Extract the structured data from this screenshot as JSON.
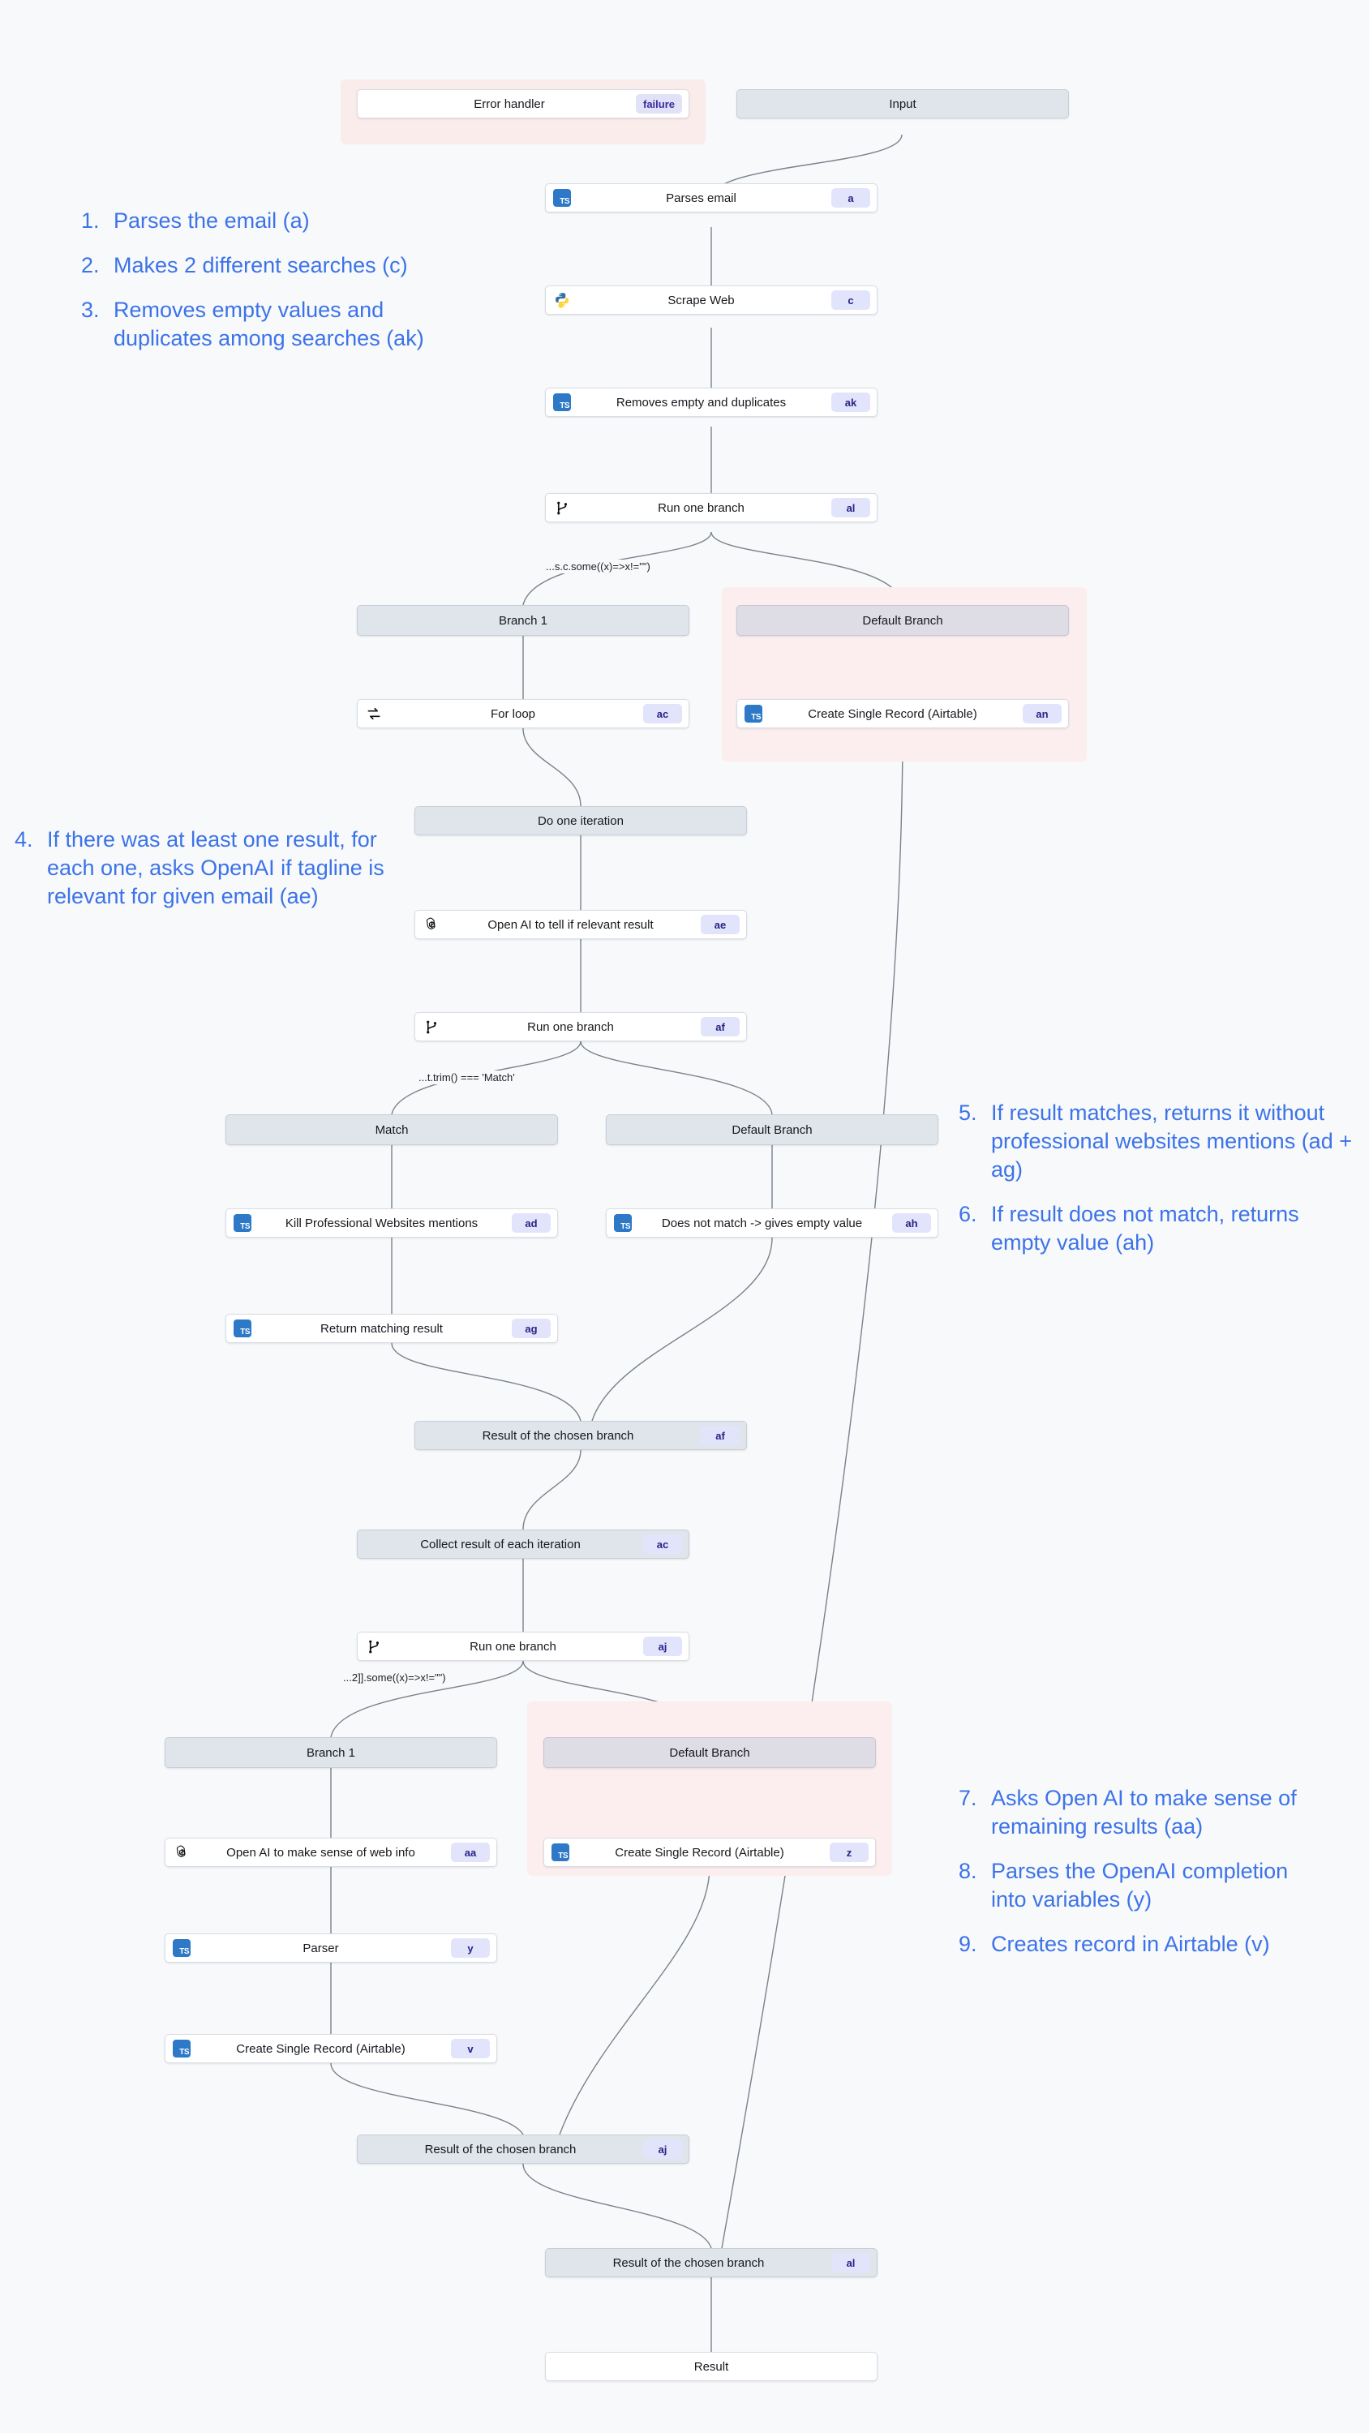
{
  "diagram": {
    "title": "Email enrichment workflow graph",
    "colors": {
      "background": "#f7f9fb",
      "action_node": "#ffffff",
      "flow_node": "#dfe5ea",
      "error_group": "#fbecec",
      "badge_bg": "#e2e4fb",
      "badge_text": "#2b2185",
      "annotation_text": "#3d73e8",
      "edge_stroke": "#6b7280"
    },
    "nodes": [
      {
        "id": "error-handler",
        "label": "Error handler",
        "badge": "failure",
        "kind": "error",
        "icon": "none"
      },
      {
        "id": "input",
        "label": "Input",
        "badge": "",
        "kind": "flow",
        "icon": "none"
      },
      {
        "id": "a",
        "label": "Parses email",
        "badge": "a",
        "kind": "action",
        "icon": "typescript-icon"
      },
      {
        "id": "c",
        "label": "Scrape Web",
        "badge": "c",
        "kind": "action",
        "icon": "python-icon"
      },
      {
        "id": "ak",
        "label": "Removes empty and duplicates",
        "badge": "ak",
        "kind": "action",
        "icon": "typescript-icon"
      },
      {
        "id": "al-branch",
        "label": "Run one branch",
        "badge": "al",
        "kind": "action",
        "icon": "branch-icon"
      },
      {
        "id": "branch1-top",
        "label": "Branch 1",
        "badge": "",
        "kind": "branch",
        "icon": "none"
      },
      {
        "id": "default-top",
        "label": "Default Branch",
        "badge": "",
        "kind": "branch-default",
        "icon": "none"
      },
      {
        "id": "ac-loop",
        "label": "For loop",
        "badge": "ac",
        "kind": "action",
        "icon": "loop-icon"
      },
      {
        "id": "an",
        "label": "Create Single Record (Airtable)",
        "badge": "an",
        "kind": "action",
        "icon": "typescript-icon"
      },
      {
        "id": "do-one-iteration",
        "label": "Do one iteration",
        "badge": "",
        "kind": "flow",
        "icon": "none"
      },
      {
        "id": "ae",
        "label": "Open AI to tell if relevant result",
        "badge": "ae",
        "kind": "action",
        "icon": "openai-icon"
      },
      {
        "id": "af-branch",
        "label": "Run one branch",
        "badge": "af",
        "kind": "action",
        "icon": "branch-icon"
      },
      {
        "id": "match",
        "label": "Match",
        "badge": "",
        "kind": "branch",
        "icon": "none"
      },
      {
        "id": "default-mid",
        "label": "Default Branch",
        "badge": "",
        "kind": "branch",
        "icon": "none"
      },
      {
        "id": "ad",
        "label": "Kill Professional Websites mentions",
        "badge": "ad",
        "kind": "action",
        "icon": "typescript-icon"
      },
      {
        "id": "ah",
        "label": "Does not match -> gives empty value",
        "badge": "ah",
        "kind": "action",
        "icon": "typescript-icon"
      },
      {
        "id": "ag",
        "label": "Return matching result",
        "badge": "ag",
        "kind": "action",
        "icon": "typescript-icon"
      },
      {
        "id": "af-result",
        "label": "Result of the chosen branch",
        "badge": "af",
        "kind": "flow",
        "icon": "none"
      },
      {
        "id": "ac-collect",
        "label": "Collect result of each iteration",
        "badge": "ac",
        "kind": "flow",
        "icon": "none"
      },
      {
        "id": "aj-branch",
        "label": "Run one branch",
        "badge": "aj",
        "kind": "action",
        "icon": "branch-icon"
      },
      {
        "id": "branch1-bot",
        "label": "Branch 1",
        "badge": "",
        "kind": "branch",
        "icon": "none"
      },
      {
        "id": "default-bot",
        "label": "Default Branch",
        "badge": "",
        "kind": "branch-default",
        "icon": "none"
      },
      {
        "id": "aa",
        "label": "Open AI to make sense of web info",
        "badge": "aa",
        "kind": "action",
        "icon": "openai-icon"
      },
      {
        "id": "z",
        "label": "Create Single Record (Airtable)",
        "badge": "z",
        "kind": "action",
        "icon": "typescript-icon"
      },
      {
        "id": "y",
        "label": "Parser",
        "badge": "y",
        "kind": "action",
        "icon": "typescript-icon"
      },
      {
        "id": "v",
        "label": "Create Single Record (Airtable)",
        "badge": "v",
        "kind": "action",
        "icon": "typescript-icon"
      },
      {
        "id": "aj-result",
        "label": "Result of the chosen branch",
        "badge": "aj",
        "kind": "flow",
        "icon": "none"
      },
      {
        "id": "al-result",
        "label": "Result of the chosen branch",
        "badge": "al",
        "kind": "flow",
        "icon": "none"
      },
      {
        "id": "result",
        "label": "Result",
        "badge": "",
        "kind": "action",
        "icon": "none"
      }
    ],
    "edge_conditions": [
      {
        "id": "cond-al",
        "text": "...s.c.some((x)=>x!=\"\")"
      },
      {
        "id": "cond-af",
        "text": "...t.trim() === 'Match'"
      },
      {
        "id": "cond-aj",
        "text": "...2]].some((x)=>x!=\"\")"
      }
    ],
    "annotations": {
      "left_top": [
        {
          "num": "1.",
          "text": "Parses the email (a)"
        },
        {
          "num": "2.",
          "text": "Makes 2 different searches (c)"
        },
        {
          "num": "3.",
          "text": "Removes empty values and duplicates among searches (ak)"
        }
      ],
      "left_mid": [
        {
          "num": "4.",
          "text": "If there was at least one result, for each one, asks OpenAI if tagline is relevant for given email (ae)"
        }
      ],
      "right_mid": [
        {
          "num": "5.",
          "text": "If result matches, returns it without professional websites mentions (ad + ag)"
        },
        {
          "num": "6.",
          "text": "If result does not match, returns empty value (ah)"
        }
      ],
      "right_bot": [
        {
          "num": "7.",
          "text": "Asks Open AI to make sense of remaining results (aa)"
        },
        {
          "num": "8.",
          "text": "Parses the OpenAI completion into variables (y)"
        },
        {
          "num": "9.",
          "text": "Creates record in Airtable (v)"
        }
      ]
    }
  }
}
